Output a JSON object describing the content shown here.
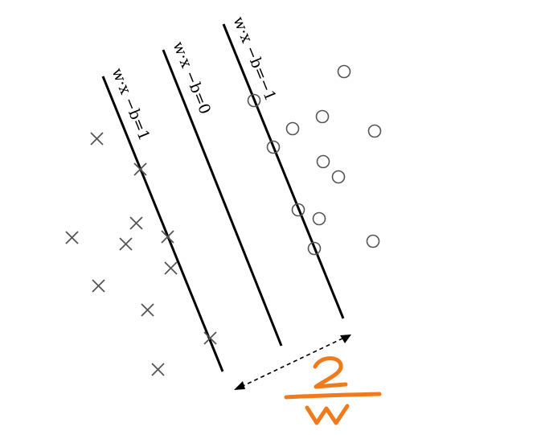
{
  "diagram": {
    "lines": [
      {
        "id": "margin-line-positive",
        "label": "w·x −b=1"
      },
      {
        "id": "decision-boundary",
        "label": "w·x −b=0"
      },
      {
        "id": "margin-line-negative",
        "label": "w·x −b=−1"
      }
    ],
    "margin_annotation": {
      "numerator": "2",
      "denominator": "w"
    },
    "colors": {
      "ink": "#000000",
      "marker": "#555555",
      "annotation": "#f07b1c"
    },
    "markers": {
      "cross_symbol": "×",
      "circle_symbol": "○"
    }
  }
}
